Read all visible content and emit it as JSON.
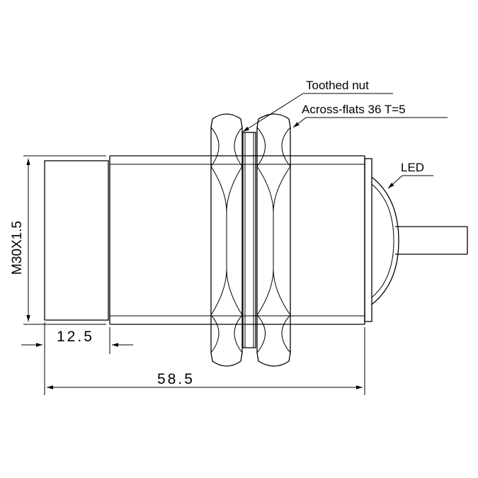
{
  "labels": {
    "toothed_nut": "Toothed nut",
    "across_flats": "Across-flats 36  T=5",
    "led": "LED",
    "thread": "M30X1.5",
    "front_length": "12.5",
    "total_length": "58.5"
  },
  "colors": {
    "line": "#000000",
    "background": "#ffffff"
  }
}
